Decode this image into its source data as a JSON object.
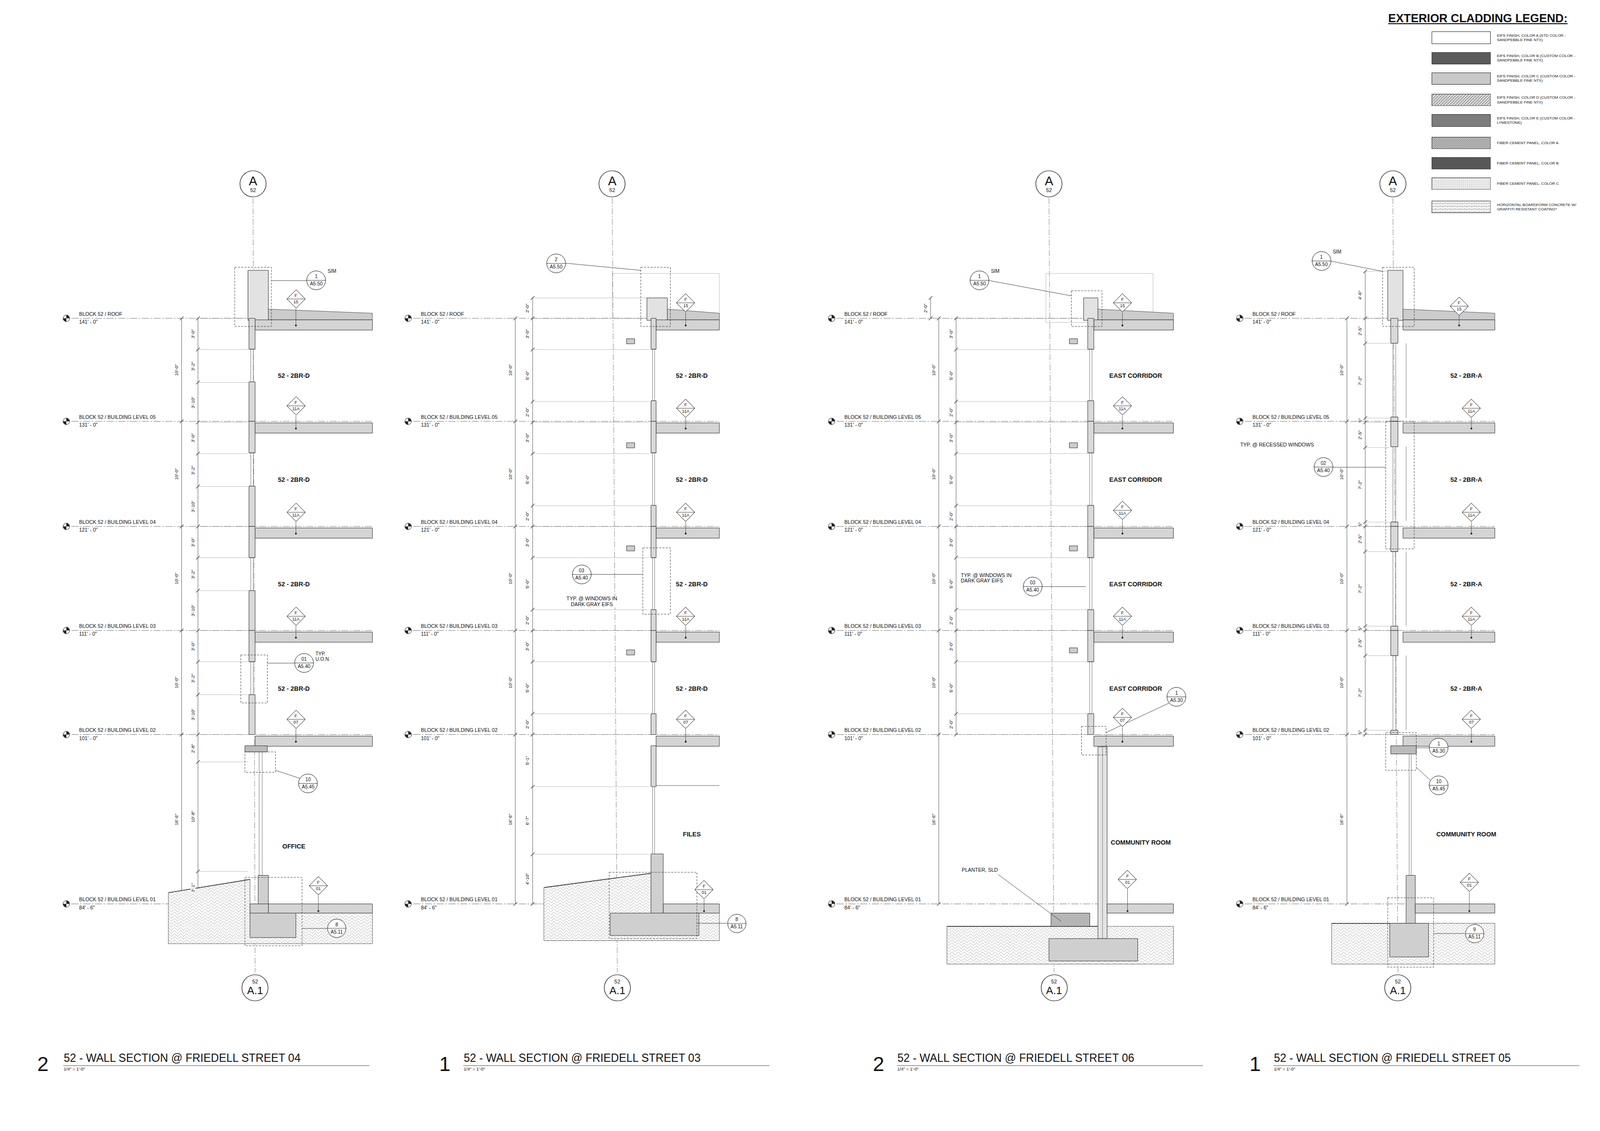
{
  "diagram": {
    "nodes": [
      {
        "text": [
          "A",
          "52"
        ]
      },
      {
        "text": [
          "1",
          "A5.50",
          "SIM"
        ]
      },
      {
        "text": [
          "F",
          "15"
        ]
      },
      {
        "text": [
          "F",
          "11A"
        ]
      },
      {
        "text": [
          "F",
          "11A"
        ]
      },
      {
        "text": [
          "F",
          "11A"
        ]
      },
      {
        "text": [
          "01",
          "A5.40",
          "TYP. U.O.N."
        ]
      },
      {
        "text": [
          "F",
          "07"
        ]
      },
      {
        "text": [
          "10",
          "A5.45"
        ]
      },
      {
        "text": [
          "F",
          "01"
        ]
      },
      {
        "text": [
          "8",
          "A5.11"
        ]
      },
      {
        "text": [
          "52",
          "A.1"
        ]
      },
      {
        "text": [
          "A",
          "52"
        ]
      },
      {
        "text": [
          "2",
          "A5.50"
        ]
      },
      {
        "text": [
          "F",
          "15"
        ]
      },
      {
        "text": [
          "F",
          "11A"
        ]
      },
      {
        "text": [
          "F",
          "11A"
        ]
      },
      {
        "text": [
          "F",
          "11A"
        ]
      },
      {
        "text": [
          "03",
          "A5.40"
        ]
      },
      {
        "text": [
          "F",
          "07"
        ]
      },
      {
        "text": [
          "F",
          "01"
        ]
      },
      {
        "text": [
          "8",
          "A5.11"
        ]
      },
      {
        "text": [
          "52",
          "A.1"
        ]
      },
      {
        "text": [
          "A",
          "52"
        ]
      },
      {
        "text": [
          "1",
          "A5.50",
          "SIM"
        ]
      },
      {
        "text": [
          "F",
          "15"
        ]
      },
      {
        "text": [
          "F",
          "11A"
        ]
      },
      {
        "text": [
          "F",
          "11A"
        ]
      },
      {
        "text": [
          "F",
          "11A"
        ]
      },
      {
        "text": [
          "03",
          "A5.40"
        ]
      },
      {
        "text": [
          "1",
          "A5.30"
        ]
      },
      {
        "text": [
          "F",
          "07"
        ]
      },
      {
        "text": [
          "F",
          "01"
        ]
      },
      {
        "text": [
          "52",
          "A.1"
        ]
      },
      {
        "text": [
          "A",
          "52"
        ]
      },
      {
        "text": [
          "1",
          "A5.50",
          "SIM"
        ]
      },
      {
        "text": [
          "F",
          "15"
        ]
      },
      {
        "text": [
          "F",
          "11A"
        ]
      },
      {
        "text": [
          "02",
          "A5.40"
        ]
      },
      {
        "text": [
          "F",
          "11A"
        ]
      },
      {
        "text": [
          "F",
          "11A"
        ]
      },
      {
        "text": [
          "F",
          "07"
        ]
      },
      {
        "text": [
          "1",
          "A5.30"
        ]
      },
      {
        "text": [
          "10",
          "A5.45"
        ]
      },
      {
        "text": [
          "F",
          "01"
        ]
      },
      {
        "text": [
          "9",
          "A5.11"
        ]
      },
      {
        "text": [
          "52",
          "A.1"
        ]
      }
    ],
    "labels": [
      "EXTERIOR CLADDING LEGEND:",
      "BLOCK 52 / ROOF",
      "141' - 0\"",
      "BLOCK 52 / BUILDING LEVEL 05",
      "131' - 0\"",
      "BLOCK 52 / BUILDING LEVEL 04",
      "121' - 0\"",
      "BLOCK 52 / BUILDING LEVEL 03",
      "111' - 0\"",
      "BLOCK 52 / BUILDING LEVEL 02",
      "101' - 0\"",
      "BLOCK 52 / BUILDING LEVEL 01",
      "84' - 6\"",
      "3'-0\"",
      "3'-2\"",
      "3'-10\"",
      "3'-0\"",
      "3'-2\"",
      "3'-10\"",
      "3'-0\"",
      "3'-2\"",
      "3'-10\"",
      "3'-0\"",
      "3'-2\"",
      "3'-10\"",
      "2'-8\"",
      "10'-8\"",
      "3'-1\"",
      "10'-0\"",
      "10'-0\"",
      "10'-0\"",
      "10'-0\"",
      "16'-6\"",
      "52 - 2BR-D",
      "52 - 2BR-D",
      "52 - 2BR-D",
      "52 - 2BR-D",
      "OFFICE",
      "2",
      "52 - WALL SECTION @ FRIEDELL STREET 04",
      "1/4\" = 1'-0\"",
      "BLOCK 52 / ROOF",
      "141' - 0\"",
      "BLOCK 52 / BUILDING LEVEL 05",
      "131' - 0\"",
      "BLOCK 52 / BUILDING LEVEL 04",
      "121' - 0\"",
      "BLOCK 52 / BUILDING LEVEL 03",
      "111' - 0\"",
      "BLOCK 52 / BUILDING LEVEL 02",
      "101' - 0\"",
      "BLOCK 52 / BUILDING LEVEL 01",
      "84' - 6\"",
      "2'-0\"",
      "3'-0\"",
      "5'-0\"",
      "2'-0\"",
      "3'-0\"",
      "5'-0\"",
      "2'-0\"",
      "3'-0\"",
      "5'-0\"",
      "2'-0\"",
      "3'-0\"",
      "5'-0\"",
      "2'-0\"",
      "5'-1\"",
      "6'-7\"",
      "4'-10\"",
      "10'-0\"",
      "10'-0\"",
      "10'-0\"",
      "10'-0\"",
      "16'-6\"",
      "52 - 2BR-D",
      "52 - 2BR-D",
      "52 - 2BR-D",
      "52 - 2BR-D",
      "FILES",
      "TYP. @ WINDOWS IN DARK GRAY EIFS",
      "1",
      "52 - WALL SECTION @ FRIEDELL STREET 03",
      "1/4\" = 1'-0\"",
      "BLOCK 52 / ROOF",
      "141' - 0\"",
      "BLOCK 52 / BUILDING LEVEL 05",
      "131' - 0\"",
      "BLOCK 52 / BUILDING LEVEL 04",
      "121' - 0\"",
      "BLOCK 52 / BUILDING LEVEL 03",
      "111' - 0\"",
      "BLOCK 52 / BUILDING LEVEL 02",
      "101' - 0\"",
      "BLOCK 52 / BUILDING LEVEL 01",
      "84' - 6\"",
      "3'-0\"",
      "5'-0\"",
      "2'-0\"",
      "3'-0\"",
      "5'-0\"",
      "2'-0\"",
      "3'-0\"",
      "5'-0\"",
      "2'-0\"",
      "3'-0\"",
      "5'-0\"",
      "2'-0\"",
      "10'-0\"",
      "10'-0\"",
      "10'-0\"",
      "10'-0\"",
      "16'-6\"",
      "EAST CORRIDOR",
      "EAST CORRIDOR",
      "EAST CORRIDOR",
      "EAST CORRIDOR",
      "COMMUNITY ROOM",
      "2'-0\"",
      "TYP. @ WINDOWS IN DARK GRAY EIFS",
      "PLANTER, SLD",
      "2",
      "52 - WALL SECTION @ FRIEDELL STREET 06",
      "1/4\" = 1'-0\"",
      "BLOCK 52 / ROOF",
      "141' - 0\"",
      "BLOCK 52 / BUILDING LEVEL 05",
      "131' - 0\"",
      "BLOCK 52 / BUILDING LEVEL 04",
      "121' - 0\"",
      "BLOCK 52 / BUILDING LEVEL 03",
      "111' - 0\"",
      "BLOCK 52 / BUILDING LEVEL 02",
      "101' - 0\"",
      "BLOCK 52 / BUILDING LEVEL 01",
      "84' - 6\"",
      "4'-6\"",
      "2'-5\"",
      "7'-2\"",
      "5\"",
      "2'-5\"",
      "7'-2\"",
      "5\"",
      "2'-5\"",
      "7'-2\"",
      "5\"",
      "2'-5\"",
      "7'-2\"",
      "5\"",
      "10'-0\"",
      "10'-0\"",
      "10'-0\"",
      "10'-0\"",
      "16'-6\"",
      "52 - 2BR-A",
      "52 - 2BR-A",
      "52 - 2BR-A",
      "52 - 2BR-A",
      "COMMUNITY ROOM",
      "TYP. @ RECESSED WINDOWS",
      "1",
      "52 - WALL SECTION @ FRIEDELL STREET 05",
      "1/4\" = 1'-0\""
    ],
    "legend": [
      {
        "text": "EIFS FINISH, COLOR A (STD COLOR - SANDPEBBLE FINE NTX)",
        "color": "#ffffff"
      },
      {
        "text": "EIFS FINISH, COLOR B (CUSTOM COLOR - SANDPEBBLE FINE NTX)",
        "color": "#5b5b5b"
      },
      {
        "text": "EIFS FINISH, COLOR C (CUSTOM COLOR - SANDPEBBLE FINE NTX)",
        "color": "#c9c9c9"
      },
      {
        "text": "EIFS FINISH, COLOR D (CUSTOM COLOR - SANDPEBBLE FINE NTX)"
      },
      {
        "text": "EIFS FINISH, COLOR E (CUSTOM COLOR - LYMESTONE)",
        "color": "#7d7d7d"
      },
      {
        "text": "FIBER CEMENT PANEL, COLOR A"
      },
      {
        "text": "FIBER CEMENT PANEL, COLOR B"
      },
      {
        "text": "FIBER CEMENT PANEL, COLOR C"
      },
      {
        "text": "HORIZONTAL BOARDFORM CONCRETE W/ GRAFFITI RESISTANT COATING*"
      }
    ]
  }
}
